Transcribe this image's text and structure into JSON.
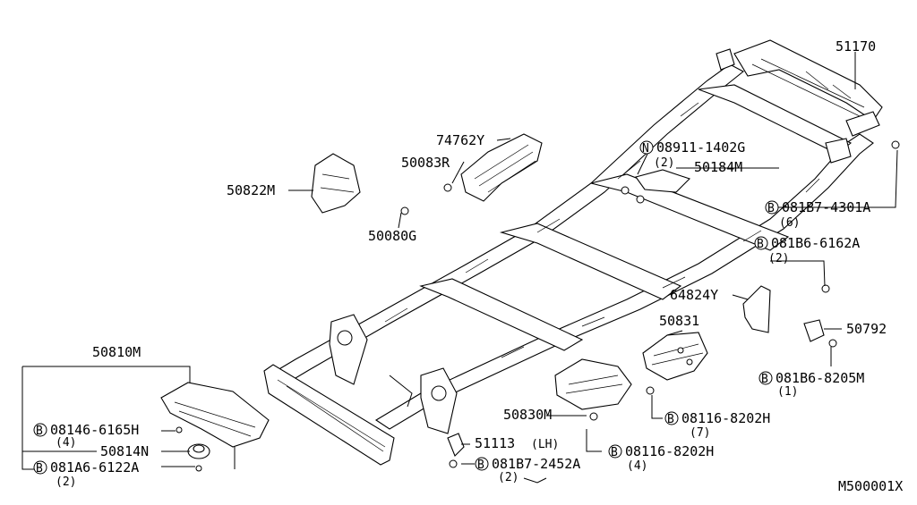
{
  "diagram": {
    "reference_code": "M500001X",
    "parts": {
      "p51170": "51170",
      "p74762Y": "74762Y",
      "p50083R": "50083R",
      "p50822M": "50822M",
      "p50080G": "50080G",
      "p08911_prefix": "N",
      "p08911": "08911-1402G",
      "p08911_qty": "(2)",
      "p50184M": "50184M",
      "p081B7_4301A_prefix": "B",
      "p081B7_4301A": "081B7-4301A",
      "p081B7_4301A_qty": "(6)",
      "p081B6_6162A_prefix": "B",
      "p081B6_6162A": "081B6-6162A",
      "p081B6_6162A_qty": "(2)",
      "p64824Y": "64824Y",
      "p50831": "50831",
      "p50792": "50792",
      "p081B6_8205M_prefix": "B",
      "p081B6_8205M": "081B6-8205M",
      "p081B6_8205M_qty": "(1)",
      "p50810M": "50810M",
      "p08146_prefix": "B",
      "p08146": "08146-6165H",
      "p08146_qty": "(4)",
      "p50814N": "50814N",
      "p081A6_prefix": "B",
      "p081A6": "081A6-6122A",
      "p081A6_qty": "(2)",
      "p50830M": "50830M",
      "p51113": "51113",
      "p51113_side": "(LH)",
      "p081B7_2452A_prefix": "B",
      "p081B7_2452A": "081B7-2452A",
      "p081B7_2452A_qty": "(2)",
      "p08116_a_prefix": "B",
      "p08116_a": "08116-8202H",
      "p08116_a_qty": "(7)",
      "p08116_b_prefix": "B",
      "p08116_b": "08116-8202H",
      "p08116_b_qty": "(4)"
    }
  }
}
